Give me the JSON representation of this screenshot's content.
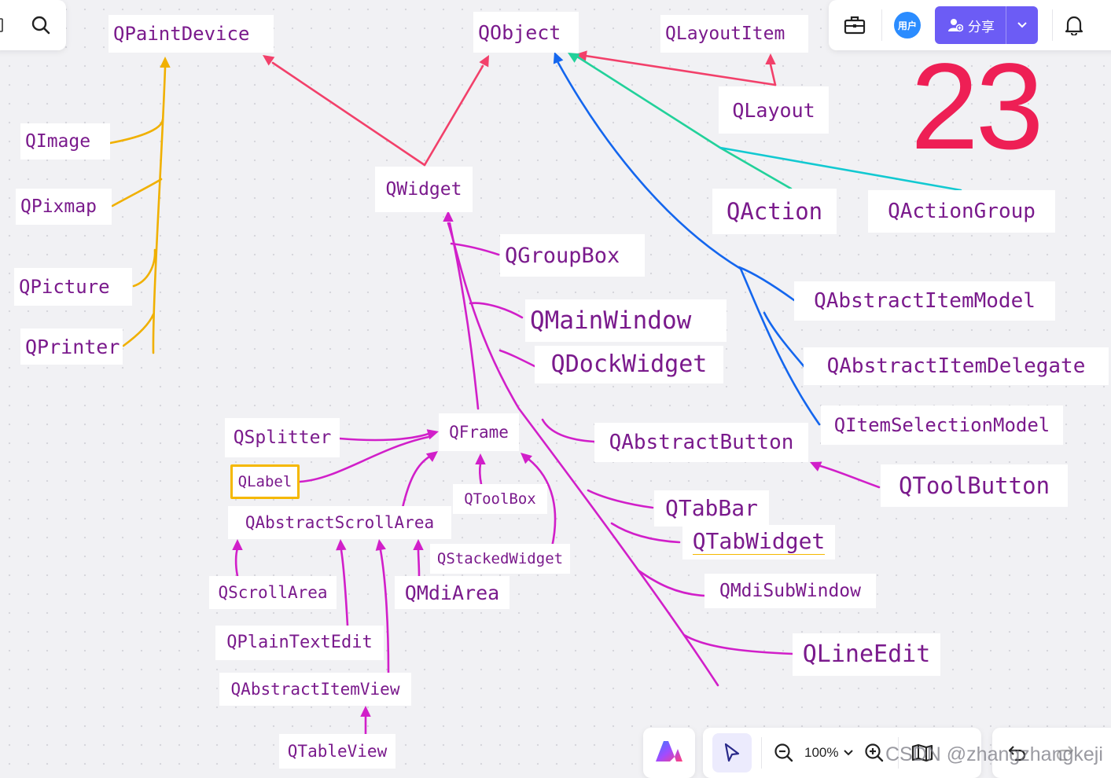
{
  "colors": {
    "node_text": "#7a1a8c",
    "paint": "#f0b000",
    "qobject_red": "#f2406a",
    "qobject_blue": "#1466ee",
    "qobject_green": "#22d19a",
    "qobject_cyan": "#12c9d1",
    "widget": "#d11fc9",
    "share": "#6c5cf5",
    "big_number": "#ee1f55"
  },
  "canvas": {
    "big_number": "23",
    "nodes": {
      "qpaintdevice": "QPaintDevice",
      "qobject": "QObject",
      "qlayoutitem": "QLayoutItem",
      "qlayout": "QLayout",
      "qimage": "QImage",
      "qpixmap": "QPixmap",
      "qpicture": "QPicture",
      "qprinter": "QPrinter",
      "qwidget": "QWidget",
      "qaction": "QAction",
      "qactiongroup": "QActionGroup",
      "qgroupbox": "QGroupBox",
      "qmainwindow": "QMainWindow",
      "qdockwidget": "QDockWidget",
      "qabstractitemmodel": "QAbstractItemModel",
      "qabstractitemdelegate": "QAbstractItemDelegate",
      "qitemselectionmodel": "QItemSelectionModel",
      "qsplitter": "QSplitter",
      "qframe": "QFrame",
      "qlabel": "QLabel",
      "qabstractbutton": "QAbstractButton",
      "qtoolbutton": "QToolButton",
      "qtoolbox": "QToolBox",
      "qabstractscrollarea": "QAbstractScrollArea",
      "qtabbar": "QTabBar",
      "qtabwidget": "QTabWidget",
      "qstackedwidget": "QStackedWidget",
      "qscrollarea": "QScrollArea",
      "qmdiarea": "QMdiArea",
      "qmdisubwindow": "QMdiSubWindow",
      "qplaintextedit": "QPlainTextEdit",
      "qlineedit": "QLineEdit",
      "qabstractitemview": "QAbstractItemView",
      "qtableview": "QTableView"
    }
  },
  "toolbar": {
    "search_icon": "search-icon",
    "toolbox_icon": "toolbox-icon",
    "avatar_label": "用户",
    "share_label": "分享",
    "bell_icon": "bell-icon"
  },
  "bottom_bar": {
    "logo_icon": "logo-icon",
    "pointer_icon": "cursor-icon",
    "zoom_level": "100%",
    "undo_icon": "undo-icon",
    "redo_icon": "redo-icon"
  },
  "watermark": "CSDN @zhangzhangkeji"
}
